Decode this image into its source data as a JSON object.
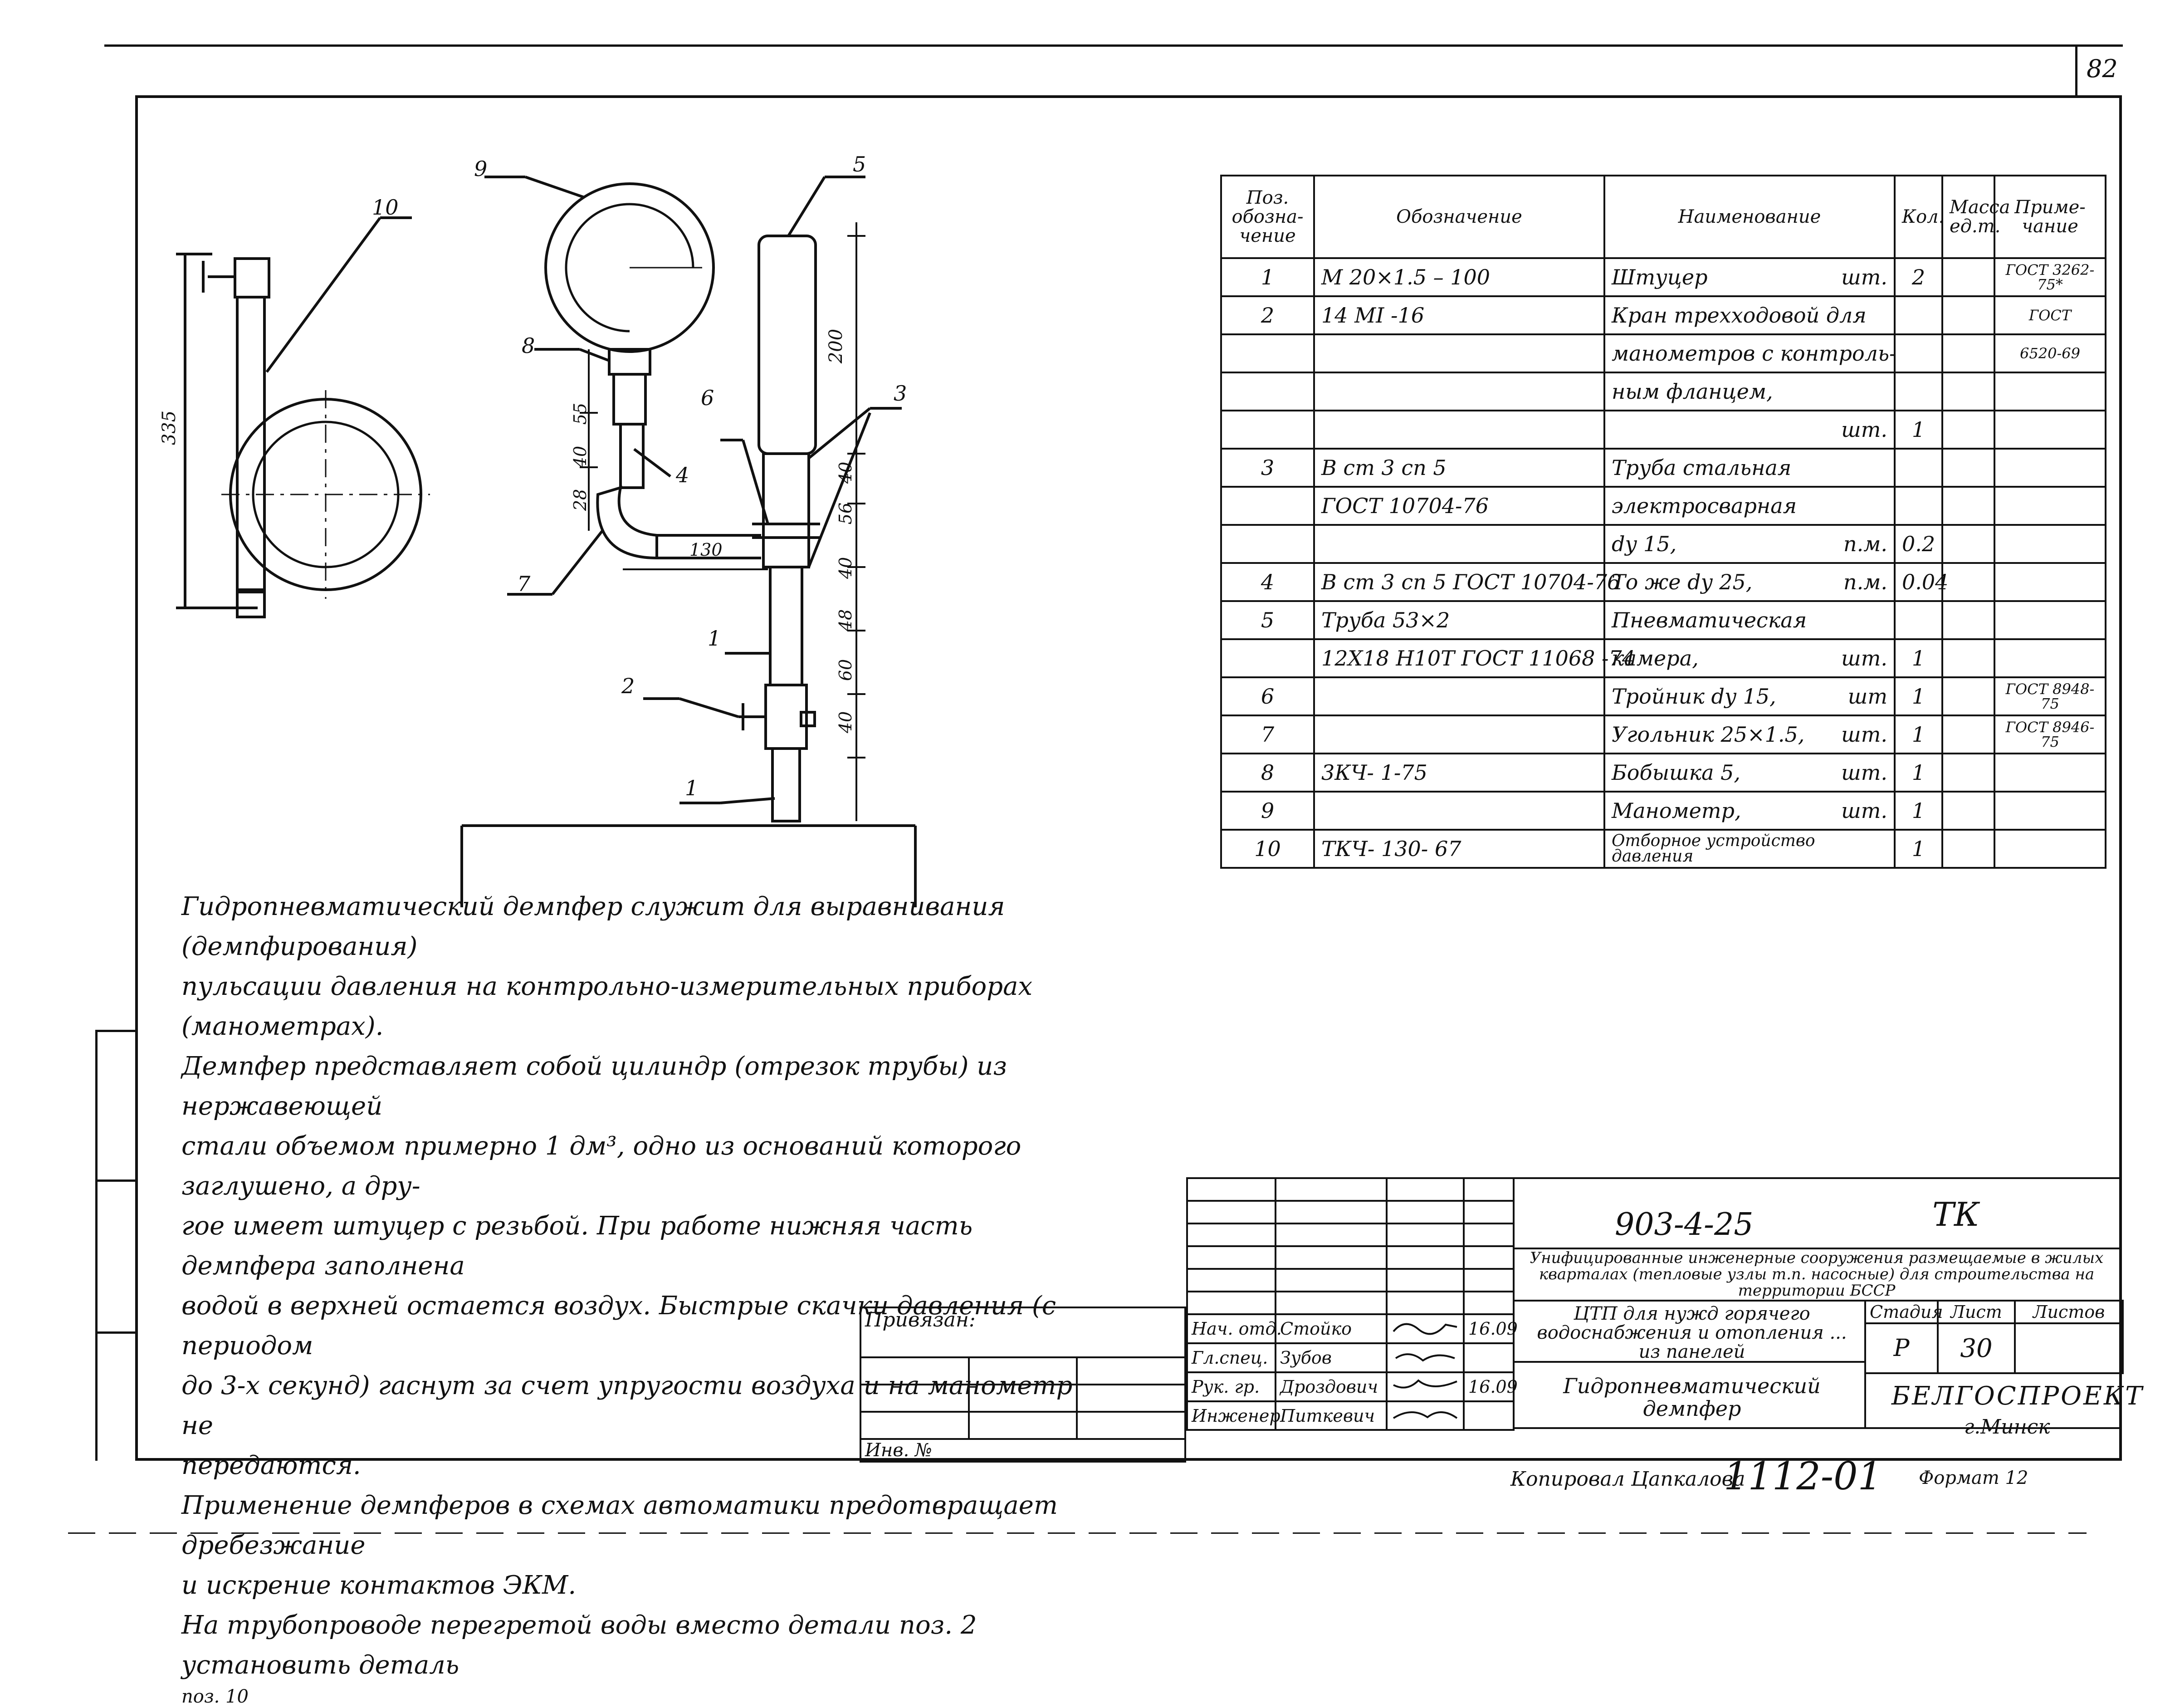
{
  "sheet_number": "82",
  "callouts": {
    "pos_1_upper": "1",
    "pos_1_lower": "1",
    "pos_2": "2",
    "pos_3": "3",
    "pos_4": "4",
    "pos_5": "5",
    "pos_6": "6",
    "pos_7": "7",
    "pos_8": "8",
    "pos_9": "9",
    "pos_10": "10"
  },
  "dimensions": {
    "side_height": "335",
    "chamber_height": "200",
    "d_55": "55",
    "d_40_left": "40",
    "d_28": "28",
    "d_40_a": "40",
    "d_56": "56",
    "d_40_b": "40",
    "d_48": "48",
    "d_60": "60",
    "d_40_c": "40",
    "d_130": "130"
  },
  "spec_table": {
    "headers": {
      "pos": "Поз. обозна- чение",
      "designation": "Обозначение",
      "name": "Наименование",
      "qty": "Кол.",
      "mass": "Масса ед.т.",
      "note": "Приме- чание"
    },
    "rows": [
      {
        "pos": "1",
        "designation": "М 20×1.5 – 100",
        "name": "Штуцер",
        "unit": "шт.",
        "qty": "2",
        "mass": "",
        "note": "ГОСТ 3262-75*"
      },
      {
        "pos": "2",
        "designation": "14 МI -16",
        "name": "Кран трехходовой для",
        "unit": "",
        "qty": "",
        "mass": "",
        "note": "ГОСТ"
      },
      {
        "pos": "",
        "designation": "",
        "name": "манометров с контроль-",
        "unit": "",
        "qty": "",
        "mass": "",
        "note": "6520-69"
      },
      {
        "pos": "",
        "designation": "",
        "name": "ным фланцем,",
        "unit": "",
        "qty": "",
        "mass": "",
        "note": ""
      },
      {
        "pos": "",
        "designation": "",
        "name": "",
        "unit": "шт.",
        "qty": "1",
        "mass": "",
        "note": ""
      },
      {
        "pos": "3",
        "designation": "В ст 3 сп 5",
        "name": "Труба стальная",
        "unit": "",
        "qty": "",
        "mass": "",
        "note": ""
      },
      {
        "pos": "",
        "designation": "ГОСТ 10704-76",
        "name": "электросварная",
        "unit": "",
        "qty": "",
        "mass": "",
        "note": ""
      },
      {
        "pos": "",
        "designation": "",
        "name": "dy 15,",
        "unit": "п.м.",
        "qty": "0.2",
        "mass": "",
        "note": ""
      },
      {
        "pos": "4",
        "designation": "В ст 3 сп 5 ГОСТ 10704-76",
        "name": "То же dy 25,",
        "unit": "п.м.",
        "qty": "0.04",
        "mass": "",
        "note": ""
      },
      {
        "pos": "5",
        "designation": "Труба 53×2",
        "name": "Пневматическая",
        "unit": "",
        "qty": "",
        "mass": "",
        "note": ""
      },
      {
        "pos": "",
        "designation": "12Х18 Н10Т ГОСТ 11068 -74",
        "name": "камера,",
        "unit": "шт.",
        "qty": "1",
        "mass": "",
        "note": ""
      },
      {
        "pos": "6",
        "designation": "",
        "name": "Тройник dy 15,",
        "unit": "шт",
        "qty": "1",
        "mass": "",
        "note": "ГОСТ 8948-75"
      },
      {
        "pos": "7",
        "designation": "",
        "name": "Угольник 25×1.5,",
        "unit": "шт.",
        "qty": "1",
        "mass": "",
        "note": "ГОСТ 8946-75"
      },
      {
        "pos": "8",
        "designation": "3КЧ- 1-75",
        "name": "Бобышка 5,",
        "unit": "шт.",
        "qty": "1",
        "mass": "",
        "note": ""
      },
      {
        "pos": "9",
        "designation": "",
        "name": "Манометр,",
        "unit": "шт.",
        "qty": "1",
        "mass": "",
        "note": ""
      },
      {
        "pos": "10",
        "designation": "ТКЧ- 130- 67",
        "name": "Отборное устройство давления",
        "unit": "",
        "qty": "1",
        "mass": "",
        "note": ""
      }
    ]
  },
  "notes": [
    "Гидропневматический демпфер служит для выравнивания (демпфирования)",
    "пульсации давления на контрольно-измерительных приборах (манометрах).",
    "Демпфер представляет собой цилиндр (отрезок трубы) из нержавеющей",
    "стали объемом примерно 1 дм³, одно из оснований которого заглушено, а дру-",
    "гое имеет штуцер с резьбой. При работе нижняя часть демпфера заполнена",
    "водой в верхней остается воздух. Быстрые скачки давления (с периодом",
    "до 3-х секунд) гаснут за счет упругости воздуха и на манометр не",
    "передаются.",
    "Применение демпферов в схемах автоматики предотвращает дребезжание",
    "и искрение контактов ЭКМ.",
    "На трубопроводе перегретой воды вместо детали поз. 2 установить деталь",
    "поз. 10"
  ],
  "title_block": {
    "doc_code": "903-4-25",
    "mark": "ТК",
    "project": "Унифицированные инженерные сооружения размещаемые в жилых кварталах (тепловые узлы т.п. насосные) для строительства на территории БССР",
    "object": "ЦТП для нужд горячего водоснабжения и отопления ... из панелей",
    "sheet_title": "Гидропневматический демпфер",
    "stage_label": "Стадия",
    "sheet_label": "Лист",
    "sheets_label": "Листов",
    "stage": "Р",
    "sheet": "30",
    "sheets": "",
    "org": "БЕЛГОСПРОЕКТ",
    "city": "г.Минск",
    "bound_label": "Привязан:",
    "inv_label": "Инв. №",
    "roles": [
      {
        "role": "Нач. отд.",
        "name": "Стойко",
        "date": "16.09"
      },
      {
        "role": "Гл.спец.",
        "name": "Зубов",
        "date": ""
      },
      {
        "role": "Рук. гр.",
        "name": "Дроздович",
        "date": "16.09"
      },
      {
        "role": "Инженер",
        "name": "Питкевич",
        "date": ""
      }
    ],
    "copied_by": "Копировал Цапкалова",
    "copy_number": "1112-01",
    "format": "Формат 12"
  }
}
